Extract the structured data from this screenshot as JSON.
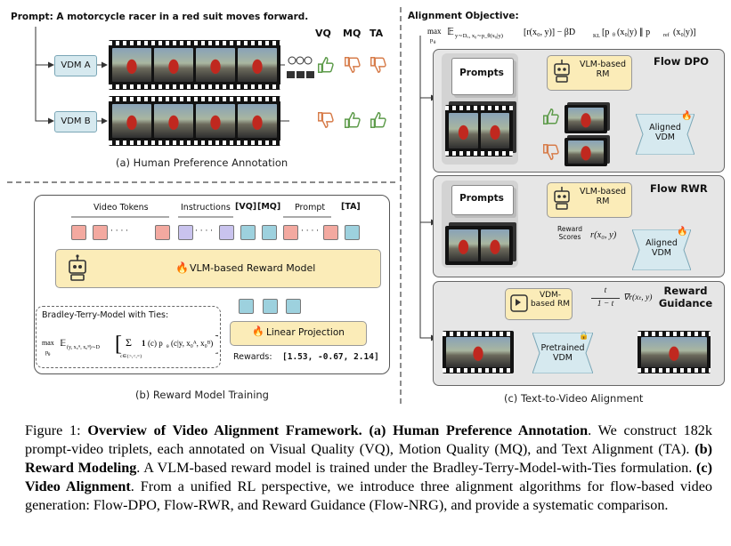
{
  "colors": {
    "teal": "#d6e9ef",
    "yellow": "#fbecb8",
    "gray_panel": "#e6e6e6",
    "token_red": "#f3a9a0",
    "token_purple": "#c9c3ee",
    "token_teal": "#9dd1de",
    "thumb_green": "#5d9b4a",
    "thumb_orange": "#d77c4a"
  },
  "annotation": {
    "prompt": "Prompt: A motorcycle racer in a red suit moves forward.",
    "vdm_a": "VDM A",
    "vdm_b": "VDM B",
    "cols": [
      "VQ",
      "MQ",
      "TA"
    ],
    "row_a_icons": [
      "thumb-up-icon",
      "thumb-down-icon",
      "thumb-down-icon"
    ],
    "row_b_icons": [
      "thumb-down-icon",
      "thumb-up-icon",
      "thumb-up-icon"
    ],
    "caption": "(a) Human Preference Annotation"
  },
  "reward_model": {
    "video_tokens": "Video Tokens",
    "instructions": "Instructions",
    "vq_tag": "[VQ]",
    "mq_tag": "[MQ]",
    "prompt": "Prompt",
    "ta_tag": "[TA]",
    "dots": "· · · ·",
    "vlm_label": "VLM-based Reward Model",
    "bt_title": "Bradley-Terry-Model with Ties:",
    "linear_projection": "Linear Projection",
    "rewards_label": "Rewards:",
    "rewards_values": "[1.53, -0.67, 2.14]",
    "caption": "(b) Reward Model Training"
  },
  "alignment": {
    "title": "Alignment Objective:",
    "flow_dpo": "Flow DPO",
    "flow_rwr": "Flow RWR",
    "reward_guidance": "Reward Guidance",
    "prompts": "Prompts",
    "vlm_rm": "VLM-based RM",
    "aligned_vdm": "Aligned VDM",
    "reward_scores": "Reward Scores",
    "reward_fn": "r(x₀, y)",
    "vdm_rm": "VDM-based RM",
    "guidance_frac_num": "t",
    "guidance_frac_den": "1 − t",
    "guidance_grad": "∇r(xₜ, y)",
    "pretrained_vdm": "Pretrained VDM",
    "caption": "(c) Text-to-Video Alignment"
  },
  "figure_caption": {
    "lead": "Figure 1: ",
    "b1": "Overview of Video Alignment Framework. (a) Human Preference Annotation",
    "t1": ". We construct 182k prompt-video triplets, each annotated on Visual Quality (VQ), Motion Quality (MQ), and Text Alignment (TA). ",
    "b2": "(b) Reward Modeling",
    "t2": ". A VLM-based reward model is trained under the Bradley-Terry-Model-with-Ties formulation. ",
    "b3": "(c) Video Alignment",
    "t3": ". From a unified RL perspective, we introduce three alignment algorithms for flow-based video generation: Flow-DPO, Flow-RWR, and Reward Guidance (Flow-NRG), and provide a systematic comparison."
  }
}
